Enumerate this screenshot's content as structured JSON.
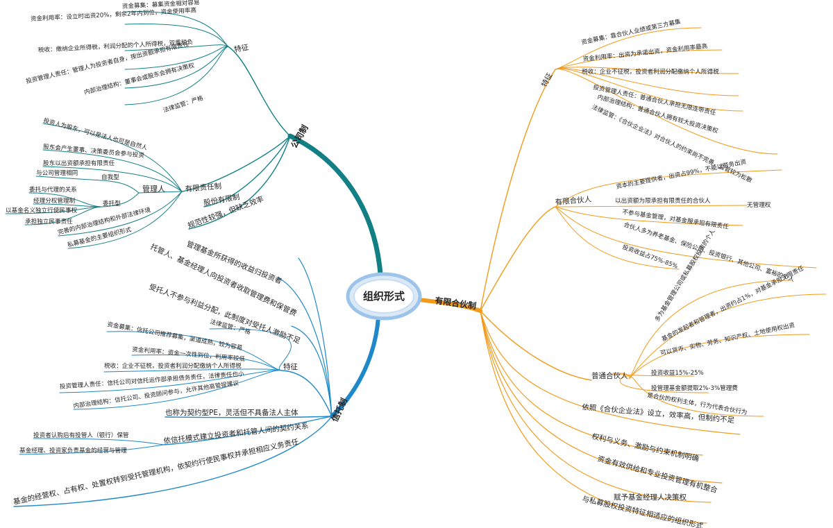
{
  "colors": {
    "teal": "#127f84",
    "blue": "#1e88c8",
    "orange": "#f29a1a",
    "center_ring": "#9cc4ea"
  },
  "center": "组织形式",
  "company": {
    "label": "公司制",
    "features_label": "特征",
    "features": [
      "资金募集：募集资金相对容易",
      "资金利用率：设立时出资20%，剩余2年内到位，资金使用率高",
      "税收：缴纳企业所得税，利润分配的个人所得税，双重税负",
      "投资管理人责任：管理人为投资者自身，按出资额承担有限责任",
      "内部治理结构：董事会或股东会拥有决策权",
      "法律监管：严格"
    ],
    "ltd_label": "有限责任制",
    "ltd_items": [
      "投资人为股东，可以是法人也可是自然人",
      "股东会产生董事、决策委员会参与投资",
      "股东以出资额承担有限责任"
    ],
    "manager_label": "管理人",
    "self_manage_label": "自我型",
    "self_manage_items": [
      "与公司管理相同"
    ],
    "entrust_label": "委托型",
    "entrust_items": [
      "委托与代理的关系",
      "经理分权管理制",
      "以基金名义独立行使民事权",
      "承担独立民事责任"
    ],
    "ltd_more": [
      "完善的内部治理结构和外部法律环境",
      "私募基金的主要组织形式"
    ],
    "share_label": "股份有限制",
    "norm_label": "规范性较强，但缺乏效率"
  },
  "trust": {
    "label": "信托制",
    "top_items": [
      "管理基金所获得的收益归投资者",
      "托管人、基金经理人向投资者收取管理费和保管费",
      "受托人不参与利益分配，此制度对受托人激励不足"
    ],
    "features_label": "特征",
    "features": [
      "法律监管：严格",
      "资金募集：信托公司推荐募集，渠道成熟，较为容易",
      "资金利用率：资金一次性到位，利用率较低",
      "税收：企业不征税，投资者利润分配缴纳个人所得税",
      "投资管理人责任：信托公司对信托运作部承担债务责任，法律责任也小",
      "内部治理结构：信托公司、投资顾问参与，允许其他高管提建议"
    ],
    "contract_pe": "也称为契约型PE，灵活但不具备法人主体",
    "relation_label": "依信托模式建立投资者和托管人间的契约关系",
    "relation_items": [
      "投资者认购后有投管人（银行）保管",
      "基金经理、投资家负责基金的经营与管理"
    ],
    "transfer": "基金的经营权、占有权、处置权转到受托管理机构，依契约行使民事权并承担相应义务责任"
  },
  "partnership": {
    "label": "有限合伙制",
    "features_label": "特征",
    "features": [
      "资金募集：靠合伙人业绩或第三方募集",
      "资金利用率：出资为承诺出资，资金利用率最高",
      "税收：企业不征税，投资者利润分配缴纳个人所得税",
      "投资管理人责任：普通合伙人承担无限连带责任",
      "内部治理结构：普通合伙人拥有较大投资决策权",
      "法律监管：《合伙企业法》对合伙人的约束尚不完善，监管较为松散"
    ],
    "lp_label": "有限合伙人",
    "lp_items": [
      "资本的主要提供者，出资占99%，不能以劳务出资",
      "以出资额为限承担有限责任的合伙人",
      "不参与基金管理，对基金服承担有限责任",
      "合伙人多为养老基金、保险公司、投资银行、其他公司、富裕的个人",
      "投资收益占75%-85%"
    ],
    "lp_no_manage": "无管理权",
    "gp_label": "普通合伙人",
    "gp_items": [
      "多为基金管理公司或私募股权投资的个人",
      "基金的发起者和管理者，出资约占1%，对基金承担无限责任",
      "可以货币、实物、劳务、知识产权、土地使用权出资",
      "投资收益15%-25%",
      "投管理基金额提取2%-3%管理费",
      "是合伙的权利主体，行为代表合伙行为"
    ],
    "more": [
      "依照《合伙企业法》设立，效率高，但制约不足",
      "权利与义务、激励与约束机制明确",
      "资金有效供给和专业投资管理有机整合",
      "赋予基金经理人决策权",
      "与私募股权投资特征相适应的组织形式"
    ]
  }
}
